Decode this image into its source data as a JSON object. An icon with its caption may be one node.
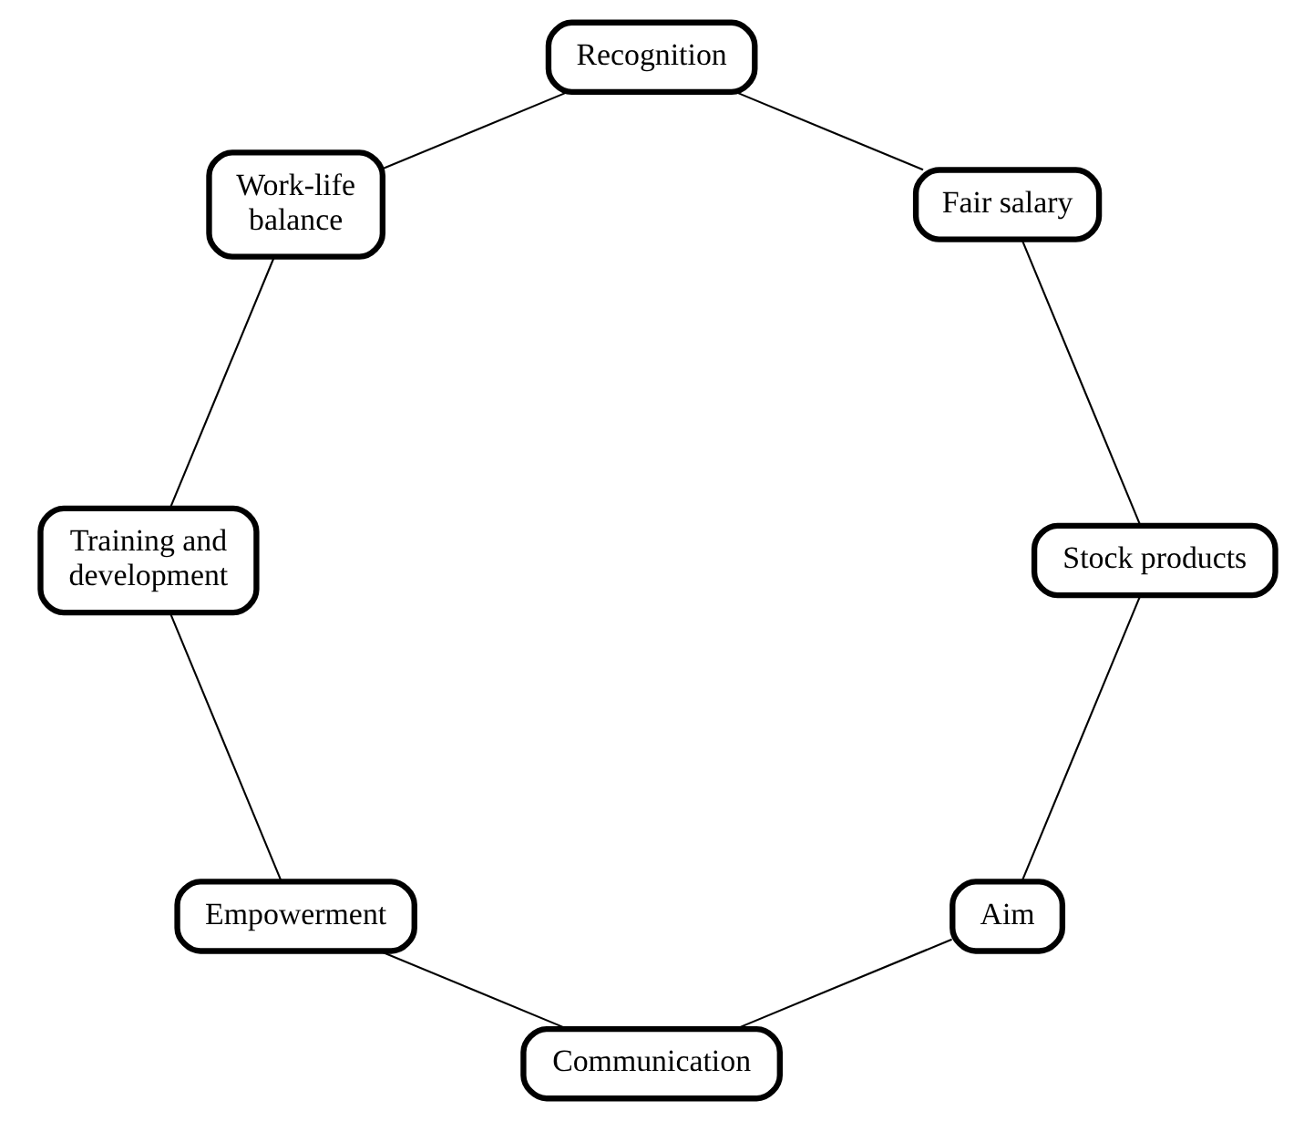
{
  "diagram": {
    "nodes": [
      {
        "text": [
          "Aim"
        ]
      },
      {
        "text": [
          "Communication"
        ]
      },
      {
        "text": [
          "Empowerment"
        ]
      },
      {
        "text": [
          "Training and development"
        ]
      },
      {
        "text": [
          "Work-life balance"
        ]
      },
      {
        "text": [
          "Recognition"
        ]
      },
      {
        "text": [
          "Fair salary"
        ]
      },
      {
        "text": [
          "Stock products"
        ]
      }
    ],
    "edges": [
      {
        "from": 0,
        "to": 1,
        "arrow": "none"
      },
      {
        "from": 1,
        "to": 2,
        "arrow": "none"
      },
      {
        "from": 2,
        "to": 3,
        "arrow": "none"
      },
      {
        "from": 3,
        "to": 4,
        "arrow": "none"
      },
      {
        "from": 4,
        "to": 5,
        "arrow": "none"
      },
      {
        "from": 5,
        "to": 6,
        "arrow": "none"
      },
      {
        "from": 6,
        "to": 7,
        "arrow": "none"
      },
      {
        "from": 7,
        "to": 0,
        "arrow": "none"
      }
    ]
  }
}
